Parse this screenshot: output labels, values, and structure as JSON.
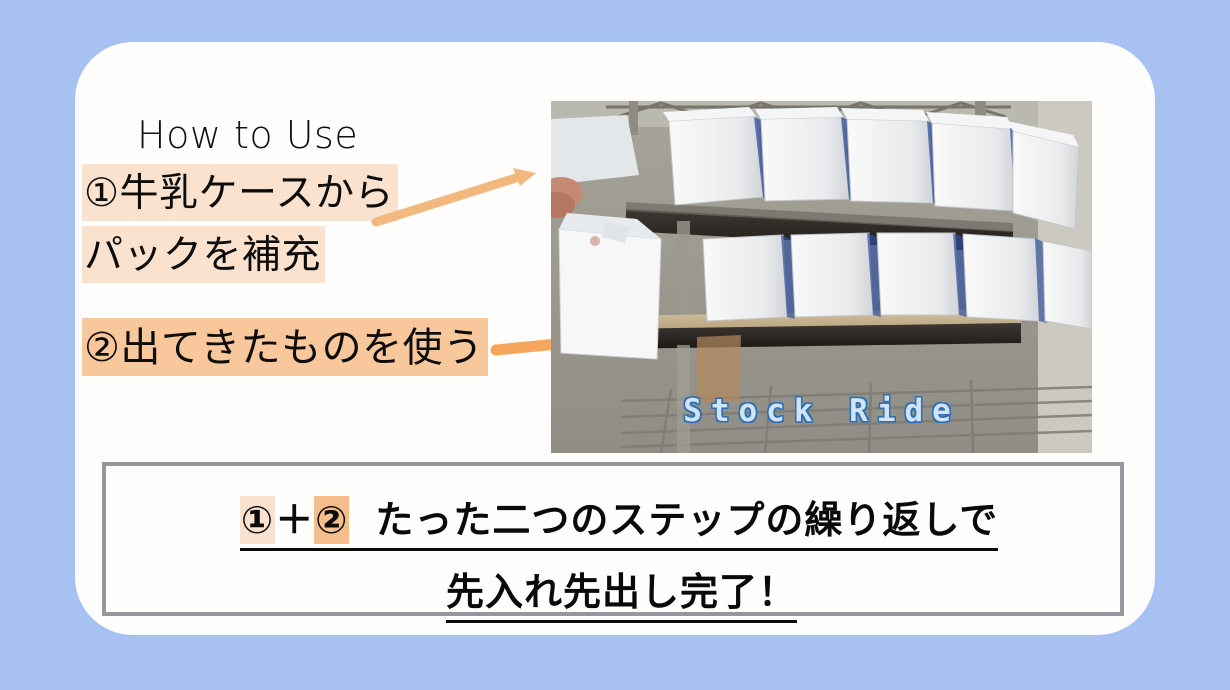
{
  "slide": {
    "background_color": "#a8c1f3",
    "card_color": "#fffefd",
    "heading": "How to Use"
  },
  "steps": [
    {
      "id": "step-1",
      "marker": "①",
      "line1": "①牛乳ケースから",
      "line2": "パックを補充",
      "highlight_color": "#fbe2ce"
    },
    {
      "id": "step-2",
      "marker": "②",
      "line1": "②出てきたものを使う",
      "highlight_color": "#f9c79c"
    }
  ],
  "arrows": [
    {
      "name": "arrow-step-1",
      "color": "#f3b87e",
      "direction": "up-right"
    },
    {
      "name": "arrow-step-2",
      "color": "#f5a65c",
      "direction": "right"
    }
  ],
  "photo": {
    "alt": "牛乳パックが並んだ傾斜棚",
    "watermark": "Stock Ride",
    "watermark_color": "#cfe4f7",
    "watermark_outline_color": "#2f6fb5"
  },
  "conclusion": {
    "border_color": "#96969e",
    "line1": {
      "mark_a": "①",
      "plus": "＋",
      "mark_b": "②",
      "text": "たった二つのステップの繰り返しで"
    },
    "line2": "先入れ先出し完了！"
  }
}
